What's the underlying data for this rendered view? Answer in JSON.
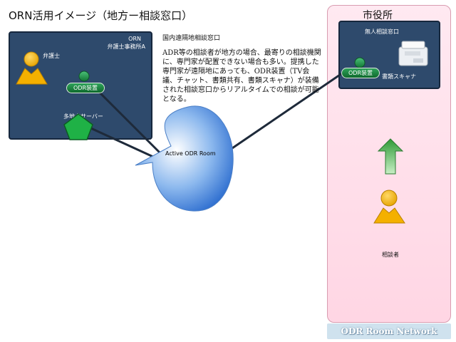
{
  "title": "ORN活用イメージ（地方ー相談窓口）",
  "office": {
    "name": "ORN",
    "subtitle": "弁護士事務所A",
    "lawyer_label": "弁護士",
    "odr_label": "ODR装置",
    "server_label": "多地点サーバー"
  },
  "bubble": {
    "label": "Active ODR Room"
  },
  "description": {
    "title": "国内遠隔地相談窓口",
    "body": "ADR等の相談者が地方の場合、最寄りの相談機関に、専門家が配置できない場合も多い。提携した専門家が遠隔地にあっても、ODR装置（TV会議、チャット、書類共有、書類スキャナ）が装備された相談窓口からリアルタイムでの相談が可能となる。"
  },
  "city": {
    "title": "市役所",
    "kiosk_label": "無人相談窓口",
    "odr_label": "ODR装置",
    "scanner_label": "書類スキャナ",
    "client_label": "相談者"
  },
  "network_banner": "ODR Room Network",
  "colors": {
    "panel_dark": "#2e4a6c",
    "person": "#f4b000",
    "odr_green": "#1d8a45",
    "server_green": "#19a83f",
    "city_panel": "#ffe3ee",
    "arrow_green": "#4bb84f",
    "bubble_blue": "#3d7fd9"
  }
}
